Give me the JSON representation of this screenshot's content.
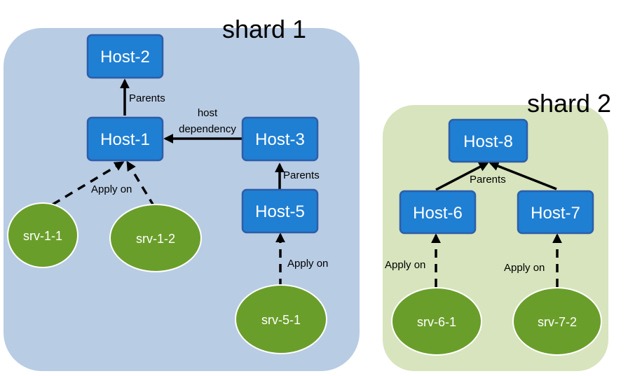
{
  "shards": [
    {
      "id": "shard-1",
      "title": "shard 1"
    },
    {
      "id": "shard-2",
      "title": "shard 2"
    }
  ],
  "hosts": [
    {
      "id": "host-2",
      "label": "Host-2"
    },
    {
      "id": "host-1",
      "label": "Host-1"
    },
    {
      "id": "host-3",
      "label": "Host-3"
    },
    {
      "id": "host-5",
      "label": "Host-5"
    },
    {
      "id": "host-8",
      "label": "Host-8"
    },
    {
      "id": "host-6",
      "label": "Host-6"
    },
    {
      "id": "host-7",
      "label": "Host-7"
    }
  ],
  "services": [
    {
      "id": "srv-1-1",
      "label": "srv-1-1"
    },
    {
      "id": "srv-1-2",
      "label": "srv-1-2"
    },
    {
      "id": "srv-5-1",
      "label": "srv-5-1"
    },
    {
      "id": "srv-6-1",
      "label": "srv-6-1"
    },
    {
      "id": "srv-7-2",
      "label": "srv-7-2"
    }
  ],
  "edge_labels": {
    "parents": "Parents",
    "host_dependency_line1": "host",
    "host_dependency_line2": "dependency",
    "apply_on": "Apply on"
  },
  "colors": {
    "shard1_bg": "#b8cce4",
    "shard2_bg": "#d7e4bd",
    "host_fill": "#1f7fd3",
    "service_fill": "#6a9e2a"
  }
}
